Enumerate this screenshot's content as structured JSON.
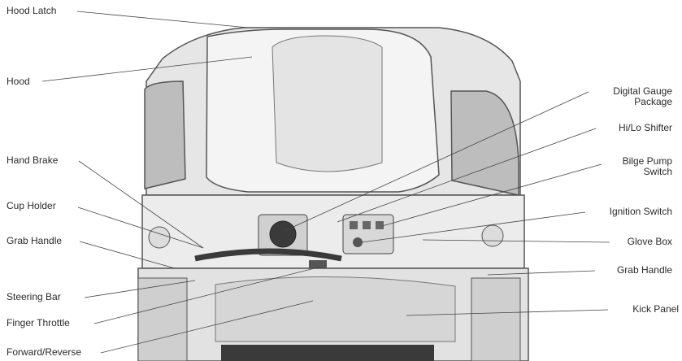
{
  "labels": {
    "hood_latch": "Hood Latch",
    "hood": "Hood",
    "hand_brake": "Hand Brake",
    "cup_holder": "Cup Holder",
    "grab_handle_left": "Grab Handle",
    "steering_bar": "Steering Bar",
    "finger_throttle": "Finger Throttle",
    "forward_reverse": "Forward/Reverse",
    "digital_gauge_line1": "Digital Gauge",
    "digital_gauge_line2": "Package",
    "hi_lo_shifter": "Hi/Lo Shifter",
    "bilge_pump_line1": "Bilge Pump",
    "bilge_pump_line2": "Switch",
    "ignition_switch": "Ignition Switch",
    "glove_box": "Glove Box",
    "grab_handle_right": "Grab Handle",
    "kick_panel": "Kick Panel"
  },
  "colors": {
    "body_light": "#ededed",
    "body_mid": "#d8d8d8",
    "outline": "#555555",
    "panel_dark": "#3a3a3a",
    "leader": "#444444",
    "text": "#2a2a2a"
  }
}
